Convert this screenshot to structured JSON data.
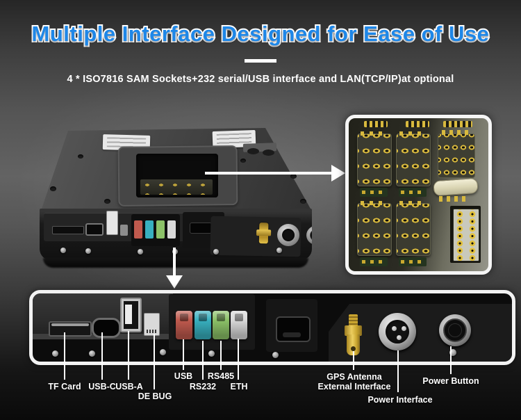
{
  "header": {
    "title": "Multiple Interface Designed for Ease of Use",
    "subtitle": "4 * ISO7816 SAM Sockets+232 serial/USB interface and LAN(TCP/IP)at optional"
  },
  "colors": {
    "title_blue": "#1e87e8",
    "connector_usb": "#c05a4e",
    "connector_rs232": "#38b0bf",
    "connector_rs485": "#8cc268",
    "connector_eth": "#d9d9d9",
    "gold_contact": "#d8b93e"
  },
  "annotations": {
    "arrow_to_inset_icon": "right-arrow",
    "arrow_to_panel_icon": "down-arrow"
  },
  "callouts": {
    "ports": [
      {
        "id": "tf-card",
        "label": "TF Card"
      },
      {
        "id": "usb-c",
        "label": "USB-C"
      },
      {
        "id": "usb-a",
        "label": "USB-A"
      },
      {
        "id": "debug",
        "label": "DE BUG"
      },
      {
        "id": "usb",
        "label": "USB"
      },
      {
        "id": "rs232",
        "label": "RS232"
      },
      {
        "id": "rs485",
        "label": "RS485"
      },
      {
        "id": "eth",
        "label": "ETH"
      },
      {
        "id": "gps-antenna",
        "label": "GPS Antenna",
        "label2": "External Interface"
      },
      {
        "id": "power-interface",
        "label": "Power Interface"
      },
      {
        "id": "power-button",
        "label": "Power Button"
      }
    ]
  }
}
